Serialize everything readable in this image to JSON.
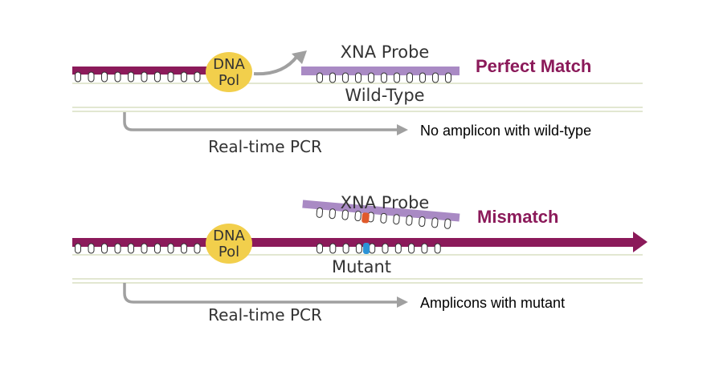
{
  "colors": {
    "strand": "#8b1a5a",
    "probe": "#a98ac4",
    "polymerase": "#f2cf4c",
    "arrow": "#a0a0a0",
    "guide_line": "#d9dfc2",
    "mismatch_probe_base": "#e05a2b",
    "mutant_base": "#2b93d6"
  },
  "panels": {
    "perfect_match": {
      "polymerase_label_line1": "DNA",
      "polymerase_label_line2": "Pol",
      "probe_label": "XNA Probe",
      "result_title": "Perfect Match",
      "template_label": "Wild-Type",
      "pcr_label": "Real-time PCR",
      "outcome": "No amplicon with wild-type"
    },
    "mismatch": {
      "polymerase_label_line1": "DNA",
      "polymerase_label_line2": "Pol",
      "probe_label": "XNA Probe",
      "result_title": "Mismatch",
      "template_label": "Mutant",
      "pcr_label": "Real-time PCR",
      "outcome": "Amplicons with mutant"
    }
  }
}
